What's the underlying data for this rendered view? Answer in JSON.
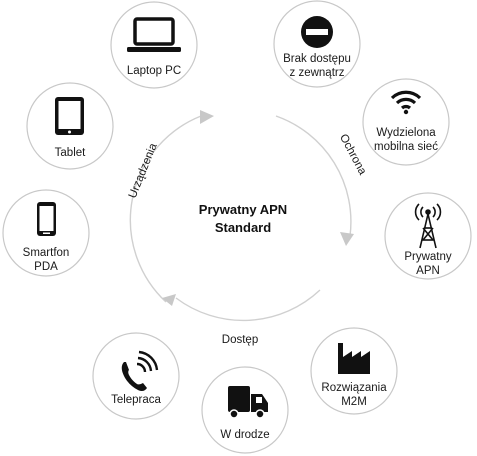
{
  "center": {
    "line1": "Prywatny APN",
    "line2": "Standard"
  },
  "arc_labels": {
    "devices": "Urządzenia",
    "protection": "Ochrona",
    "access": "Dostęp"
  },
  "nodes": {
    "laptop": {
      "line1": "Laptop PC",
      "icon": "laptop-icon"
    },
    "tablet": {
      "line1": "Tablet",
      "icon": "tablet-icon"
    },
    "smartphone": {
      "line1": "Smartfon",
      "line2": "PDA",
      "icon": "smartphone-icon"
    },
    "no_access": {
      "line1": "Brak dostępu",
      "line2": "z zewnątrz",
      "icon": "no-entry-icon"
    },
    "mobile_net": {
      "line1": "Wydzielona",
      "line2": "mobilna sieć",
      "icon": "wifi-icon"
    },
    "private_apn": {
      "line1": "Prywatny",
      "line2": "APN",
      "icon": "antenna-tower-icon"
    },
    "m2m": {
      "line1": "Rozwiązania",
      "line2": "M2M",
      "icon": "factory-icon"
    },
    "on_the_road": {
      "line1": "W drodze",
      "icon": "truck-icon"
    },
    "telework": {
      "line1": "Telepraca",
      "icon": "phone-ringing-icon"
    }
  },
  "colors": {
    "circle_stroke": "#c8c8c8",
    "ring": "#d0d0d0",
    "icon": "#111111"
  }
}
